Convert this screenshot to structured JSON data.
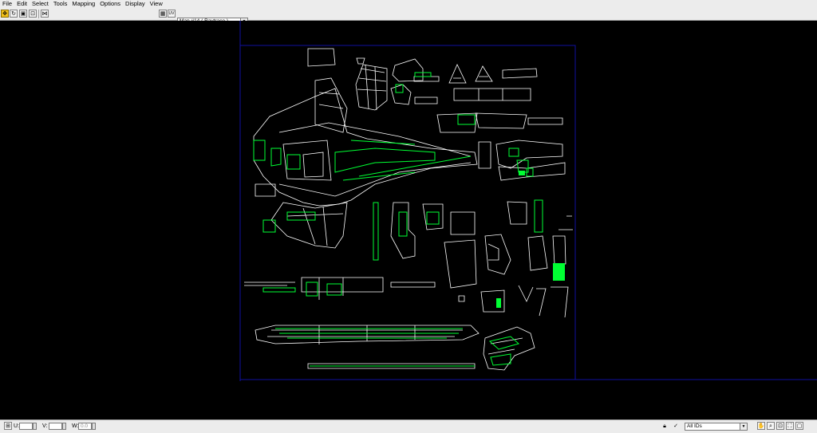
{
  "menu": {
    "items": [
      {
        "label": "File"
      },
      {
        "label": "Edit"
      },
      {
        "label": "Select"
      },
      {
        "label": "Tools"
      },
      {
        "label": "Mapping"
      },
      {
        "label": "Options"
      },
      {
        "label": "Display"
      },
      {
        "label": "View"
      }
    ]
  },
  "toolbar": {
    "map_dropdown": "Map #14  ( Raytrace )",
    "uv_label": "UV"
  },
  "statusbar": {
    "u_label": "U:",
    "v_label": "V:",
    "w_label": "W:",
    "w_value": "0.0",
    "id_dropdown": "All IDs"
  },
  "colors": {
    "viewport_bg": "#000000",
    "uv_edges": "#ffffff",
    "selected_faces": "#00ff33",
    "frame": "#1010a0"
  },
  "icons": [
    "move-icon",
    "rotate-icon",
    "scale-icon",
    "freeform-icon",
    "mirror-icon",
    "checker-icon",
    "uv-icon",
    "pan-icon",
    "zoom-icon",
    "zoom-region-icon",
    "zoom-extents-icon",
    "lock-icon",
    "pick-icon"
  ]
}
